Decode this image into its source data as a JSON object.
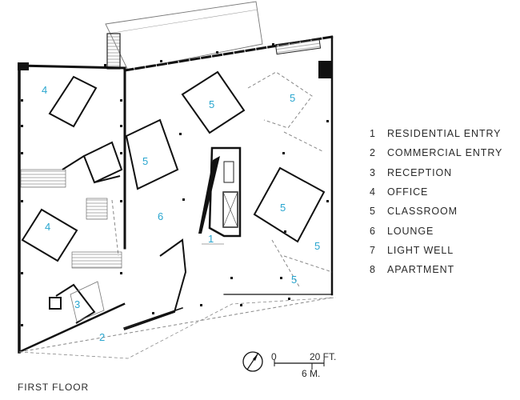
{
  "floor_title": "FIRST FLOOR",
  "legend": [
    {
      "number": "1",
      "label": "RESIDENTIAL ENTRY"
    },
    {
      "number": "2",
      "label": "COMMERCIAL ENTRY"
    },
    {
      "number": "3",
      "label": "RECEPTION"
    },
    {
      "number": "4",
      "label": "OFFICE"
    },
    {
      "number": "5",
      "label": "CLASSROOM"
    },
    {
      "number": "6",
      "label": "LOUNGE"
    },
    {
      "number": "7",
      "label": "LIGHT WELL"
    },
    {
      "number": "8",
      "label": "APARTMENT"
    }
  ],
  "room_labels": [
    "4",
    "5",
    "5",
    "5",
    "5",
    "6",
    "4",
    "1",
    "5",
    "5",
    "3",
    "2"
  ],
  "scale": {
    "zero": "0",
    "feet": "20 FT.",
    "meters": "6 M."
  },
  "colors": {
    "walls": "#111111",
    "room_number": "#2aa6cf",
    "text": "#2a2a2a"
  },
  "icons": [
    "north-arrow-icon"
  ]
}
